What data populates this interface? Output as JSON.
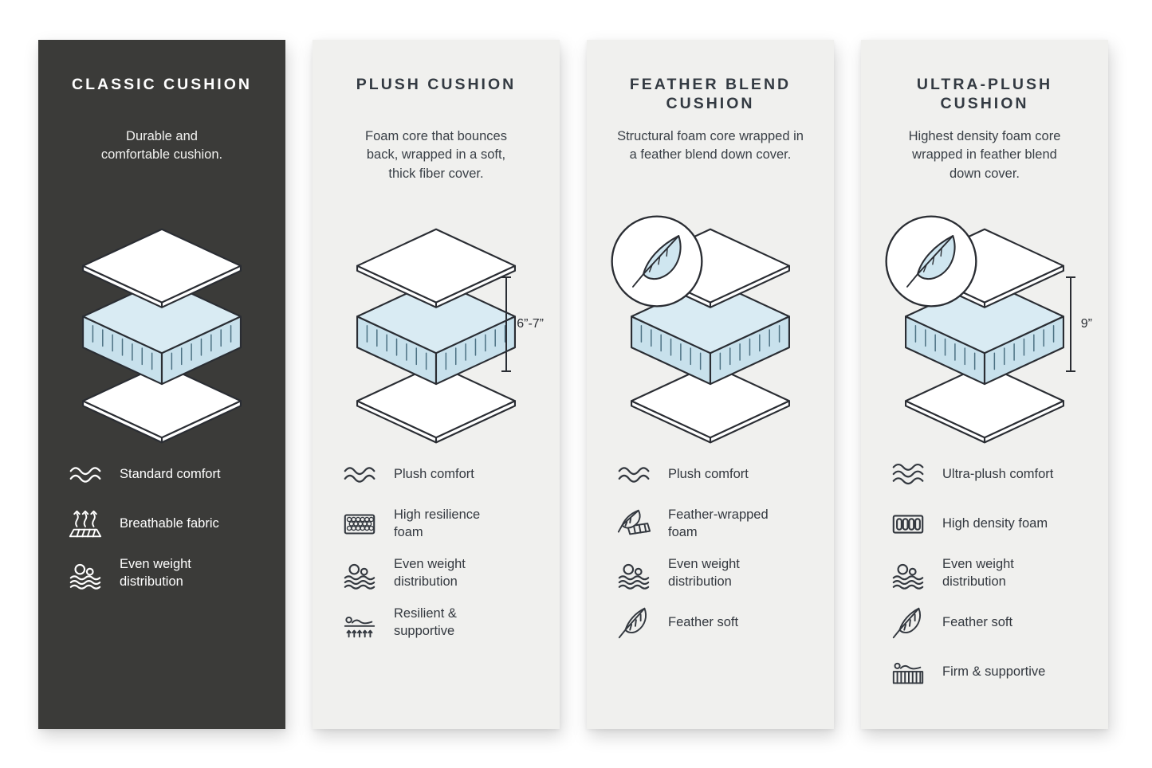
{
  "page": {
    "background": "#ffffff"
  },
  "palette": {
    "dark_panel": "#3b3b39",
    "light_panel": "#f0f0ee",
    "outline": "#2a2d33",
    "foam_top": "#d9ebf3",
    "foam_side": "#c8e1ec",
    "text_dark": "#33383f",
    "text_light": "#ffffff"
  },
  "columns": [
    {
      "id": "classic-cushion",
      "theme": "dark",
      "title": "CLASSIC CUSHION",
      "description": "Durable and\ncomfortable cushion.",
      "illustration": "layered-cushion",
      "features": [
        {
          "icon": "wave-icon",
          "label": "Standard comfort"
        },
        {
          "icon": "breathable-fabric-icon",
          "label": "Breathable fabric"
        },
        {
          "icon": "even-weight-icon",
          "label": "Even weight\ndistribution"
        }
      ]
    },
    {
      "id": "plush-cushion",
      "theme": "light",
      "title": "PLUSH CUSHION",
      "description": "Foam core that bounces\nback, wrapped in a soft,\nthick fiber cover.",
      "illustration": "layered-cushion",
      "dimension": "6”-7”",
      "features": [
        {
          "icon": "wave-icon",
          "label": "Plush comfort"
        },
        {
          "icon": "high-resilience-foam-icon",
          "label": "High resilience\nfoam"
        },
        {
          "icon": "even-weight-icon",
          "label": "Even weight\ndistribution"
        },
        {
          "icon": "resilient-supportive-icon",
          "label": "Resilient &\nsupportive"
        }
      ]
    },
    {
      "id": "feather-blend-cushion",
      "theme": "light",
      "title": "FEATHER BLEND\nCUSHION",
      "description": "Structural foam core wrapped in\na feather blend down cover.",
      "illustration": "layered-cushion-with-feather-badge",
      "features": [
        {
          "icon": "wave-icon",
          "label": "Plush comfort"
        },
        {
          "icon": "feather-wrapped-foam-icon",
          "label": "Feather-wrapped\nfoam"
        },
        {
          "icon": "even-weight-icon",
          "label": "Even weight\ndistribution"
        },
        {
          "icon": "feather-icon",
          "label": "Feather soft"
        }
      ]
    },
    {
      "id": "ultra-plush-cushion",
      "theme": "light",
      "title": "ULTRA-PLUSH\nCUSHION",
      "description": "Highest density foam core\nwrapped in feather blend\ndown cover.",
      "illustration": "layered-cushion-with-feather-badge",
      "dimension": "9”",
      "features": [
        {
          "icon": "triple-wave-icon",
          "label": "Ultra-plush comfort"
        },
        {
          "icon": "high-density-foam-icon",
          "label": "High density foam"
        },
        {
          "icon": "even-weight-icon",
          "label": "Even weight\ndistribution"
        },
        {
          "icon": "feather-icon",
          "label": "Feather soft"
        },
        {
          "icon": "firm-supportive-icon",
          "label": "Firm & supportive"
        }
      ]
    }
  ]
}
